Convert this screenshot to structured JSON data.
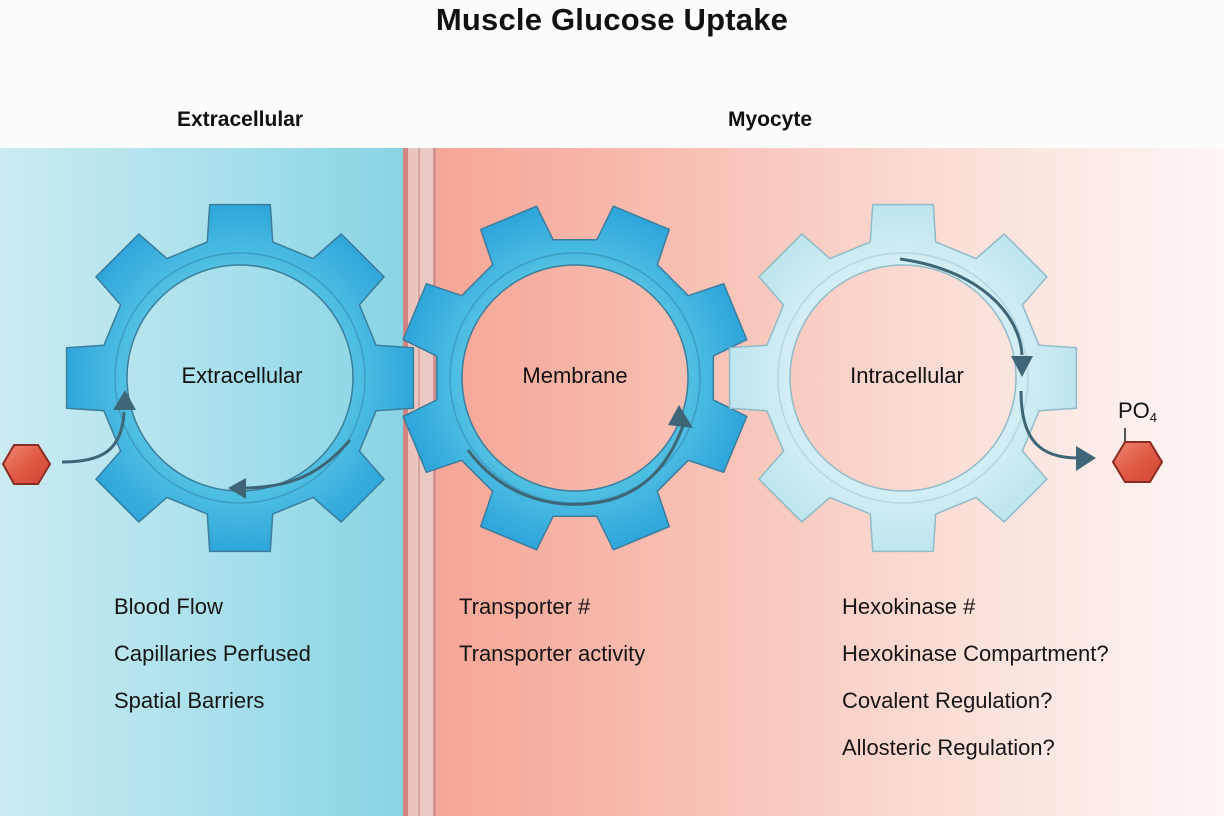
{
  "title": "Muscle Glucose Uptake",
  "regions": {
    "extracellular": "Extracellular",
    "myocyte": "Myocyte"
  },
  "gears": [
    {
      "label": "Extracellular",
      "fill": "#3fb1df",
      "state": "active"
    },
    {
      "label": "Membrane",
      "fill": "#3fb1df",
      "state": "active"
    },
    {
      "label": "Intracellular",
      "fill": "#c8e9f0",
      "state": "faded"
    }
  ],
  "molecules": {
    "glucose": "glucose-hexagon",
    "phosphate_label": "PO",
    "phosphate_subscript": "4"
  },
  "factors": {
    "extracellular": [
      "Blood Flow",
      "Capillaries Perfused",
      "Spatial Barriers"
    ],
    "membrane": [
      "Transporter #",
      "Transporter activity"
    ],
    "intracellular": [
      "Hexokinase #",
      "Hexokinase Compartment?",
      "Covalent Regulation?",
      "Allosteric Regulation?"
    ]
  },
  "colors": {
    "extracellular_band": "#a9e0ec",
    "myocyte_band": "#f6a697",
    "membrane": "#d18581",
    "gear_active": "#3fb1df",
    "gear_faded": "#c8e9f0",
    "arrow": "#3f6677",
    "glucose": "#d9503e"
  }
}
